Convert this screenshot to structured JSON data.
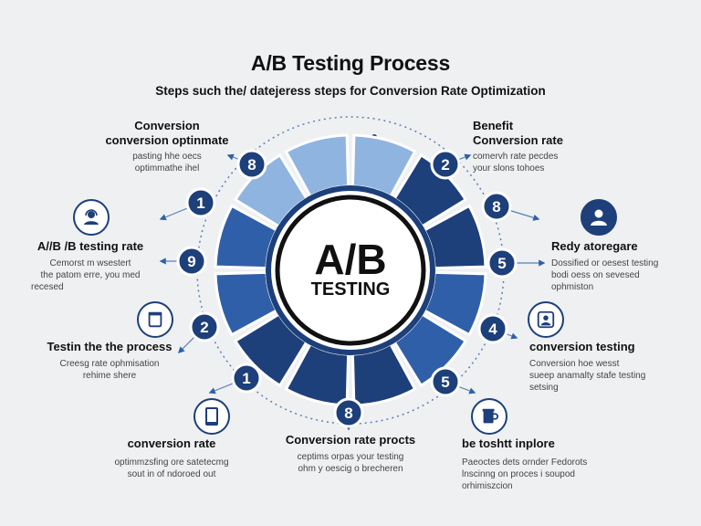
{
  "title": "A/B Testing Process",
  "subtitle": "Steps such the/ datejeress steps for Conversion Rate Optimization",
  "center": {
    "line1": "A/B",
    "line2": "TESTING"
  },
  "colors": {
    "dark": "#1d3f7a",
    "mid": "#2f5fa8",
    "light": "#8fb4e0",
    "ring": "#1d3f7a",
    "line": "#5a7fb5"
  },
  "badges": [
    "8",
    "2",
    "1",
    "8",
    "9",
    "5",
    "2",
    "4",
    "1",
    "5",
    "8"
  ],
  "labels": {
    "top_left": {
      "heading1": "Conversion",
      "heading2": "conversion optinmate",
      "body1": "pasting hhe oecs",
      "body2": "optimmathe ihel"
    },
    "top_right": {
      "heading1": "Benefit",
      "heading2": "Conversion rate",
      "body1": "comervh rate pecdes",
      "body2": "your slons tohoes"
    },
    "mid_left": {
      "heading": "A//B /B testing rate",
      "body1": "Cemorst m wsestert",
      "body2": "the patom erre, you med",
      "body3": "recesed"
    },
    "mid_right": {
      "heading": "Redy atoregare",
      "body1": "Dossified or oesest testing",
      "body2": "bodi oess on sevesed",
      "body3": "ophmiston"
    },
    "lower_left": {
      "heading": "Testin the the process",
      "body1": "Creesg rate ophmisation",
      "body2": "rehime shere"
    },
    "lower_right": {
      "heading": "conversion testing",
      "body1": "Conversion hoe wesst",
      "body2": "sueep anamalty stafe testing",
      "body3": "setsing"
    },
    "bottom_left": {
      "heading": "conversion rate",
      "body1": "optimmzsfing ore satetecmg",
      "body2": "sout in of ndoroed out"
    },
    "bottom_center": {
      "heading": "Conversion rate procts",
      "body1": "ceptims orpas your testing",
      "body2": "ohm y oescig o brecheren"
    },
    "bottom_right": {
      "heading": "be toshtt inplore",
      "body1": "Paeoctes dets ornder Fedorots",
      "body2": "lnscinng on proces i soupod",
      "body3": "orhimiszcion"
    }
  },
  "icons": [
    "user-support-icon",
    "document-icon",
    "tablet-icon",
    "user-profile-icon",
    "user-check-icon",
    "cup-icon"
  ]
}
